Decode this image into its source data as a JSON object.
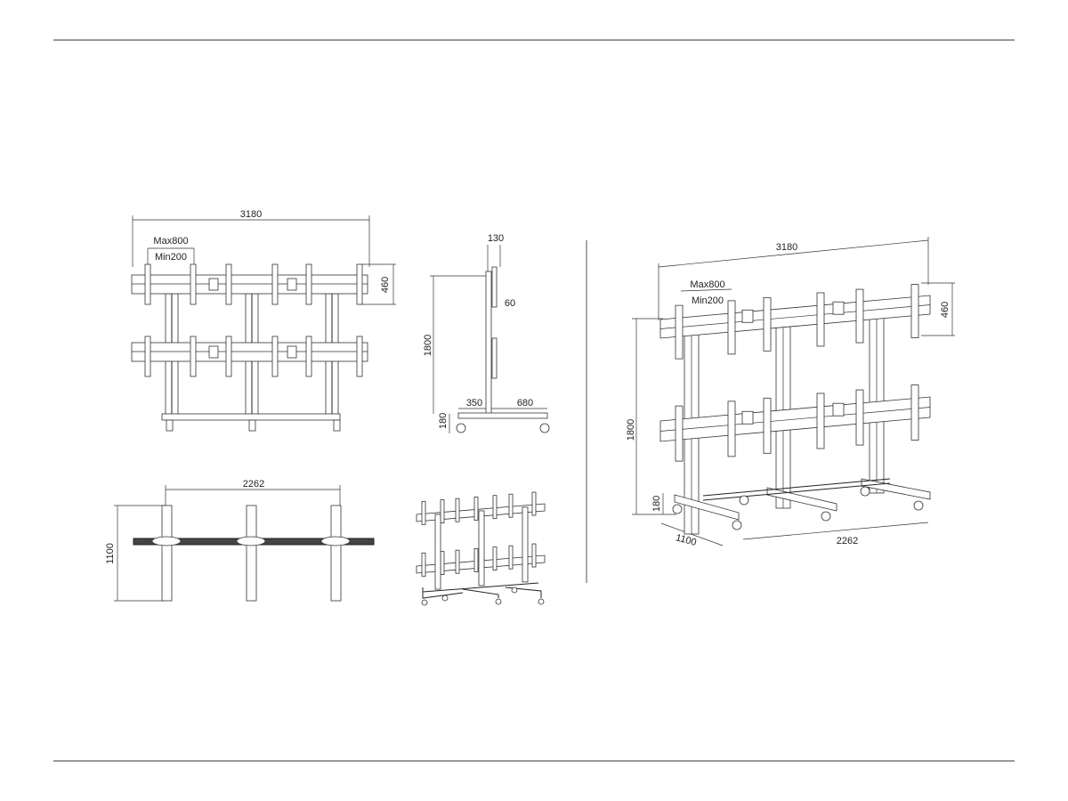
{
  "front_view": {
    "width": "3180",
    "max_spacing": "Max800",
    "min_spacing": "Min200",
    "bracket_height": "460"
  },
  "side_view": {
    "depth_top": "130",
    "offset": "60",
    "height": "1800",
    "base_height": "180",
    "front_base": "350",
    "rear_base": "680"
  },
  "top_view": {
    "width": "2262",
    "depth": "1100"
  },
  "iso_view": {
    "width": "3180",
    "max_spacing": "Max800",
    "min_spacing": "Min200",
    "bracket_height": "460",
    "height": "1800",
    "base_height": "180",
    "depth": "1100",
    "base_width": "2262"
  },
  "colors": {
    "line": "#222222",
    "background": "#ffffff"
  }
}
